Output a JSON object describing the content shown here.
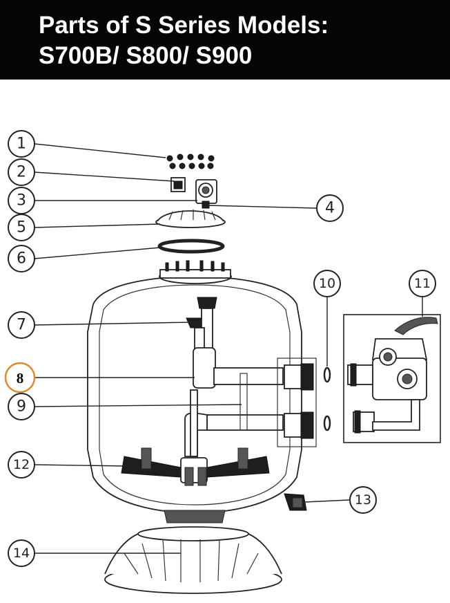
{
  "header": {
    "line1": "Parts of S Series Models:",
    "line2": "S700B/ S800/ S900",
    "background": "#050505",
    "text_color": "#ffffff"
  },
  "callouts": [
    {
      "id": "c1",
      "label": "1"
    },
    {
      "id": "c2",
      "label": "2"
    },
    {
      "id": "c3",
      "label": "3"
    },
    {
      "id": "c4",
      "label": "4"
    },
    {
      "id": "c5",
      "label": "5"
    },
    {
      "id": "c6",
      "label": "6"
    },
    {
      "id": "c7",
      "label": "7"
    },
    {
      "id": "c8",
      "label": "8",
      "highlighted": true,
      "highlight_color": "#e0892a"
    },
    {
      "id": "c9",
      "label": "9"
    },
    {
      "id": "c10",
      "label": "10"
    },
    {
      "id": "c11",
      "label": "11"
    },
    {
      "id": "c12",
      "label": "12"
    },
    {
      "id": "c13",
      "label": "13"
    },
    {
      "id": "c14",
      "label": "14"
    }
  ]
}
